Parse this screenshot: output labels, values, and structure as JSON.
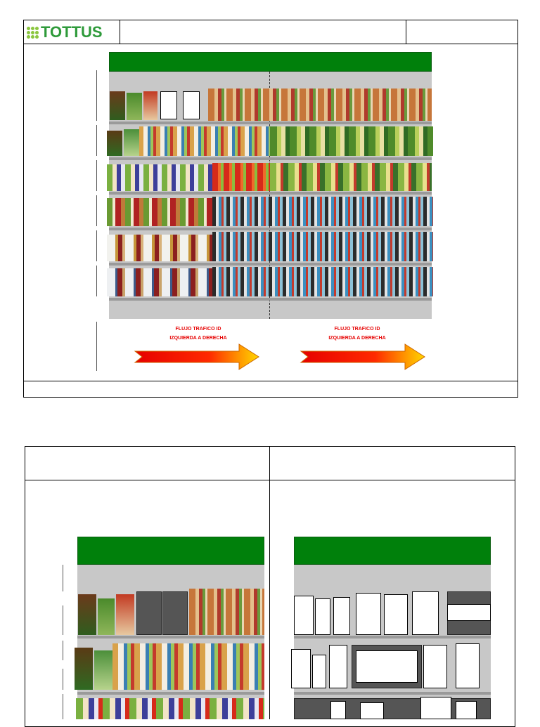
{
  "brand": {
    "name": "TOTTUS",
    "color": "#2e9a3a",
    "dot_color": "#8bc63f"
  },
  "flow_labels": [
    {
      "line1": "FLUJO TRAFICO ID",
      "line2": "IZQUIERDA A DERECHA"
    },
    {
      "line1": "FLUJO TRAFICO ID",
      "line2": "IZQUIERDA A DERECHA"
    }
  ],
  "colors": {
    "header_green": "#00800b",
    "shelf_gray": "#c8c8c8",
    "flow_red": "#e60000"
  }
}
